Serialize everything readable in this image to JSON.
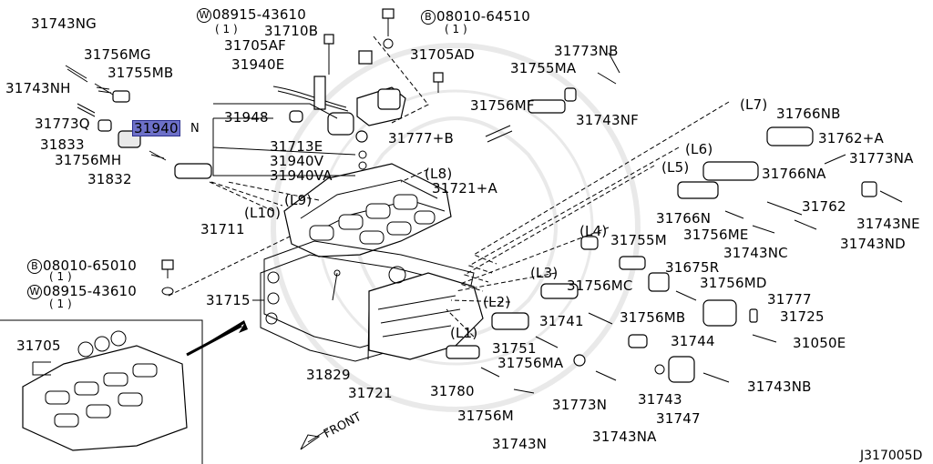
{
  "diagram_code": "J317005D",
  "front_label": "FRONT",
  "qty_one": "( 1 )",
  "circle_w": "W",
  "circle_b": "B",
  "labels": {
    "p31743NG": "31743NG",
    "p31756MG": "31756MG",
    "p31755MB": "31755MB",
    "p31743NH": "31743NH",
    "p31773Q": "31773Q",
    "p31940": "31940",
    "p31833": "31833",
    "p31756MH": "31756MH",
    "p31832": "31832",
    "p31711": "31711",
    "p08915_43610_top": "08915-43610",
    "p31710B": "31710B",
    "p31705AF": "31705AF",
    "p31940E": "31940E",
    "p31948": "31948",
    "p31713E": "31713E",
    "p31940V": "31940V",
    "p31940VA": "31940VA",
    "p08010_64510": "08010-64510",
    "p31705AD": "31705AD",
    "p31773NB": "31773NB",
    "p31755MA": "31755MA",
    "p31756MF": "31756MF",
    "p31743NF": "31743NF",
    "p31777B": "31777+B",
    "p31721A": "31721+A",
    "p31766NB": "31766NB",
    "p31762A": "31762+A",
    "p31766NA": "31766NA",
    "p31773NA": "31773NA",
    "p31762": "31762",
    "p31743NE": "31743NE",
    "p31766N": "31766N",
    "p31756ME": "31756ME",
    "p31743NC": "31743NC",
    "p31743ND": "31743ND",
    "p31755M": "31755M",
    "p31675R": "31675R",
    "p31756MC": "31756MC",
    "p31756MD": "31756MD",
    "p31777": "31777",
    "p31725": "31725",
    "p31741": "31741",
    "p31756MB": "31756MB",
    "p31744": "31744",
    "p31050E": "31050E",
    "p31751": "31751",
    "p31756MA": "31756MA",
    "p31780": "31780",
    "p31743": "31743",
    "p31747": "31747",
    "p31743NB": "31743NB",
    "p31773N": "31773N",
    "p31743NA": "31743NA",
    "p31756M": "31756M",
    "p31743N": "31743N",
    "p08010_65010": "08010-65010",
    "p08915_43610_bot": "08915-43610",
    "p31715": "31715",
    "p31829": "31829",
    "p31721": "31721",
    "p31705": "31705",
    "L1": "(L1)",
    "L2": "(L2)",
    "L3": "(L3)",
    "L4": "(L4)",
    "L5": "(L5)",
    "L6": "(L6)",
    "L7": "(L7)",
    "L8": "(L8)",
    "L9": "(L9)",
    "L10": "(L10)"
  },
  "highlight_color": "#6d70c8"
}
